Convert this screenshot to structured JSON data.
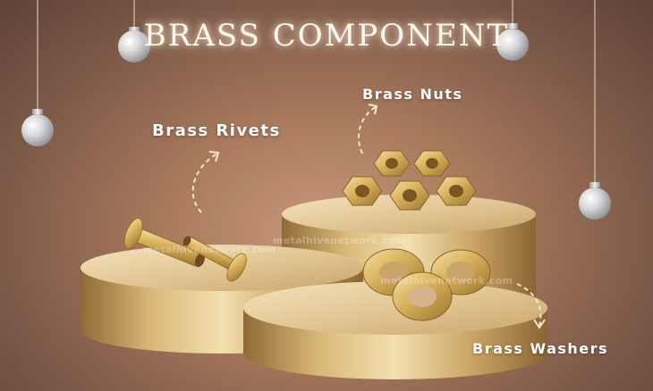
{
  "title": "BRASS COMPONENT",
  "labels": {
    "rivets": "Brass Rivets",
    "nuts": "Brass Nuts",
    "washers": "Brass Washers"
  },
  "watermarks": {
    "center": "metalhivenetwork.com",
    "left": "metalhivenetwork.com",
    "right": "metalhivenetwork.com"
  },
  "colors": {
    "background": "#a97a5d",
    "brass": "#d4b06a",
    "podium": "#d9bf8a",
    "title_text": "#fffaf0",
    "label_text": "#ffffff"
  },
  "icons": {
    "ornament": "silver-ornament-ball",
    "arrow": "dashed-curved-arrow"
  }
}
